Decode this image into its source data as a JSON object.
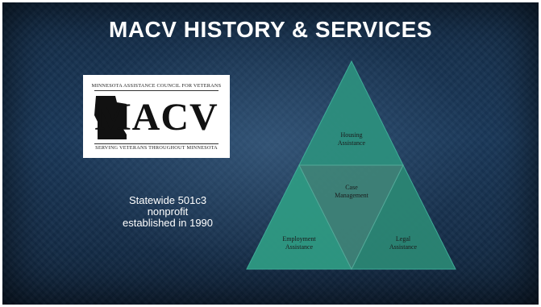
{
  "slide": {
    "title": "MACV HISTORY & SERVICES",
    "description_lines": [
      "Statewide 501c3",
      "nonprofit",
      "established in 1990"
    ]
  },
  "logo": {
    "top_text": "MINNESOTA ASSISTANCE COUNCIL FOR VETERANS",
    "wordmark": "MACV",
    "bottom_text": "SERVING VETERANS THROUGHOUT MINNESOTA"
  },
  "services": {
    "top": [
      "Housing",
      "Assistance"
    ],
    "center": [
      "Case",
      "Management"
    ],
    "bottom_left": [
      "Employment",
      "Assistance"
    ],
    "bottom_right": [
      "Legal",
      "Assistance"
    ]
  },
  "colors": {
    "triangle_top": "#2d8f7e",
    "triangle_center": "#3f8378",
    "triangle_left": "#2f9a83",
    "triangle_right": "#2b8674"
  }
}
